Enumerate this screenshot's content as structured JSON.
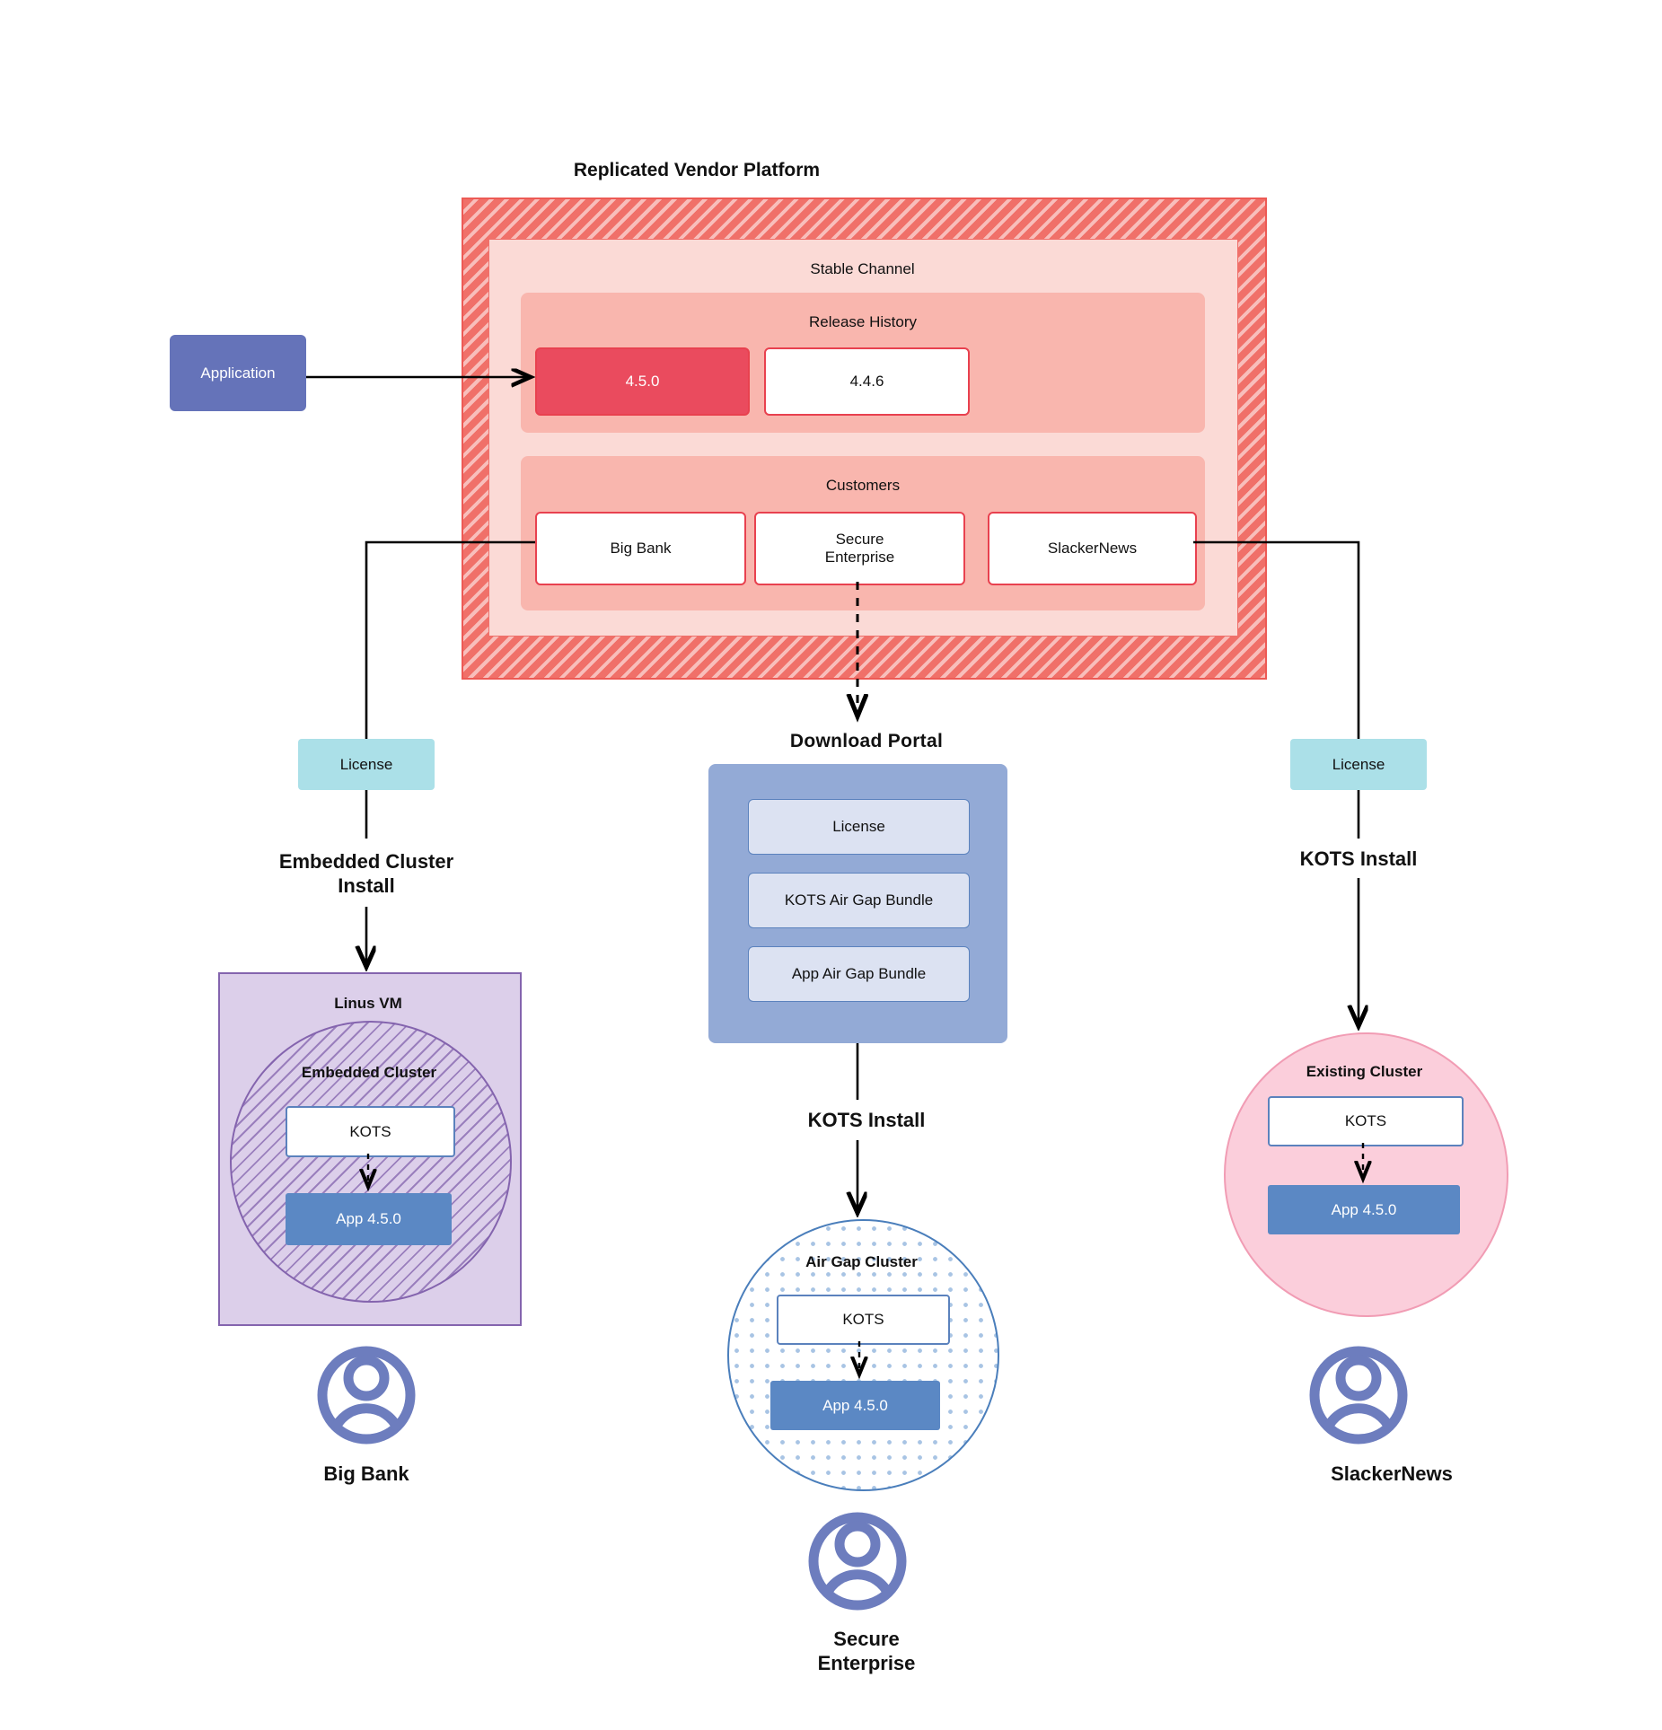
{
  "diagram": {
    "title": "Replicated Vendor Platform",
    "vendor_platform": {
      "label": "Replicated Vendor Platform",
      "stable_channel": {
        "label": "Stable Channel",
        "release_history": {
          "label": "Release History",
          "releases": [
            {
              "version": "4.5.0",
              "state": "current"
            },
            {
              "version": "4.4.6",
              "state": "previous"
            }
          ]
        },
        "customers": {
          "label": "Customers",
          "items": [
            {
              "name": "Big Bank"
            },
            {
              "name": "Secure\nEnterprise",
              "line1": "Secure",
              "line2": "Enterprise"
            },
            {
              "name": "SlackerNews"
            }
          ]
        }
      }
    },
    "application": {
      "label": "Application"
    },
    "download_portal": {
      "label": "Download  Portal",
      "items": [
        {
          "label": "License"
        },
        {
          "label": "KOTS Air Gap Bundle"
        },
        {
          "label": "App Air Gap Bundle"
        }
      ]
    },
    "columns": {
      "left": {
        "license_label": "License",
        "install_label_line1": "Embedded Cluster",
        "install_label_line2": "Install",
        "vm_label": "Linus VM",
        "cluster_label": "Embedded Cluster",
        "kots_label": "KOTS",
        "app_label": "App 4.5.0",
        "persona": "Big Bank"
      },
      "middle": {
        "install_label": "KOTS Install",
        "cluster_label": "Air Gap Cluster",
        "kots_label": "KOTS",
        "app_label": "App 4.5.0",
        "persona_line1": "Secure",
        "persona_line2": "Enterprise"
      },
      "right": {
        "license_label": "License",
        "install_label": "KOTS Install",
        "cluster_label": "Existing Cluster",
        "kots_label": "KOTS",
        "app_label": "App 4.5.0",
        "persona": "SlackerNews"
      }
    },
    "colors": {
      "vendor_hatch": "#F07069",
      "vendor_border": "#ED5A55",
      "stable_channel_bg": "#FBDAD6",
      "inner_band_bg": "#F9B6AE",
      "release_current": "#EA4B5E",
      "release_border": "#E8414F",
      "application_bg": "#6573B9",
      "license_bg": "#ABE0E8",
      "portal_bg": "#93AAD6",
      "portal_item_bg": "#DCE2F2",
      "portal_item_border": "#5B82BD",
      "linux_vm_bg": "#DCCFEA",
      "linux_vm_border": "#8464AE",
      "airgap_border": "#4A7EBB",
      "existing_cluster_bg": "#FBCEDB",
      "existing_cluster_border": "#F19CB4",
      "app_block": "#5B88C4",
      "persona_icon": "#6D7DBE",
      "edge": "#000000"
    }
  }
}
